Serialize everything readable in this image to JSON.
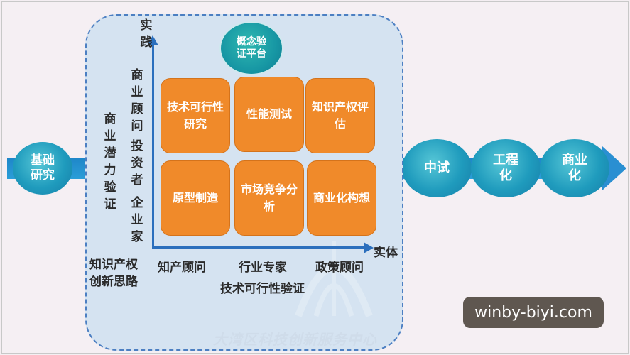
{
  "flow": {
    "start": "基础研究",
    "stages": [
      "中试",
      "工程化",
      "商业化"
    ]
  },
  "platform": {
    "title": "概念验证平台"
  },
  "axes": {
    "y_top": "实践",
    "x_end": "实体"
  },
  "left_labels": {
    "col1": "商业潜力验证",
    "col2_top": "商业顾问",
    "col2_mid": "投资者",
    "col2_bot": "企业家",
    "corner": [
      "知识产权",
      "创新思路"
    ]
  },
  "bottom_labels": {
    "items": [
      "知产顾问",
      "行业专家",
      "政策顾问"
    ],
    "subtitle": "技术可行性验证"
  },
  "grid": [
    {
      "label": "技术可行性研究"
    },
    {
      "label": "性能测试"
    },
    {
      "label": "知识产权评估"
    },
    {
      "label": "原型制造"
    },
    {
      "label": "市场竞争分析"
    },
    {
      "label": "商业化构想"
    }
  ],
  "watermark": {
    "text": "winby-biyi.com"
  },
  "faint_logo": "大湾区科技创新服务中心",
  "colors": {
    "orange": "#f08a2a",
    "blue": "#2b6fbd",
    "teal": "#1f9bbd",
    "panel": "#d5e3f1"
  }
}
